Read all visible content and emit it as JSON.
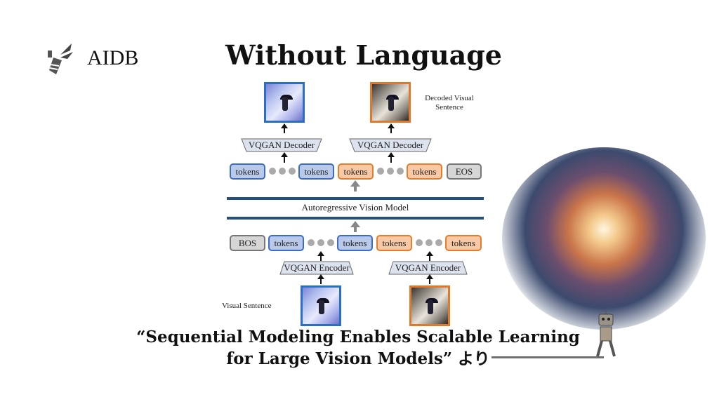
{
  "logo": {
    "text": "AIDB"
  },
  "title": "Without Language",
  "diagram": {
    "decoded_label": "Decoded Visual Sentence",
    "decoder": "VQGAN Decoder",
    "encoder": "VQGAN Encoder",
    "model": "Autoregressive Vision Model",
    "tokens": "tokens",
    "eos": "EOS",
    "bos": "BOS",
    "visual_sentence": "Visual Sentence"
  },
  "caption": {
    "line1": "“Sequential Modeling Enables Scalable Learning",
    "line2": "for Large Vision Models” より"
  },
  "colors": {
    "blue": "#3d6cc0",
    "orange": "#e47d2e",
    "line": "#24507f"
  }
}
